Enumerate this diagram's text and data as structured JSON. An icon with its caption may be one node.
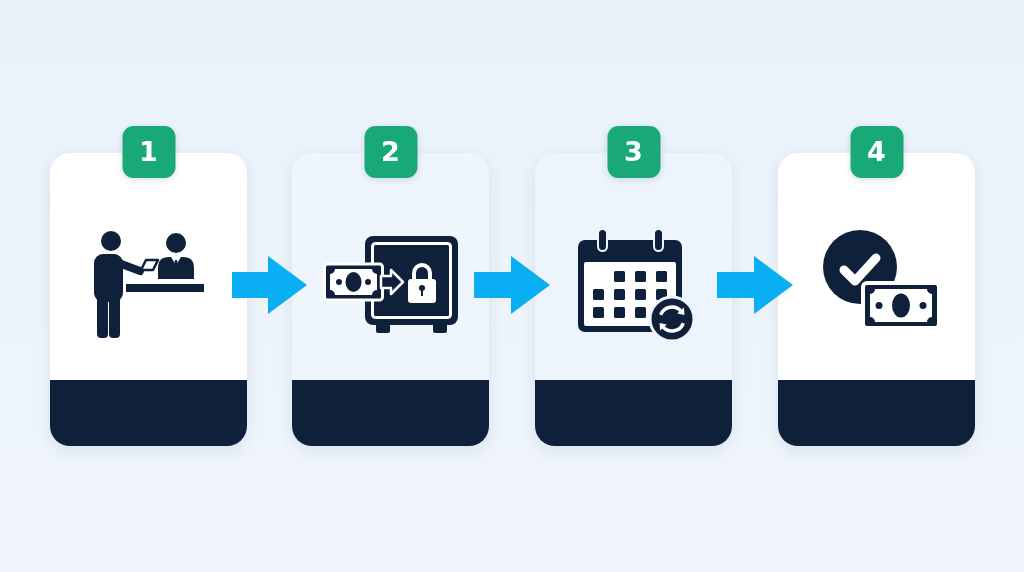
{
  "diagram": {
    "nodes": [
      {
        "text": [
          "1"
        ]
      },
      {
        "text": [
          "2"
        ]
      },
      {
        "text": [
          "3"
        ]
      },
      {
        "text": [
          "4"
        ]
      }
    ],
    "edges": [
      {
        "from": 0,
        "to": 1,
        "arrow": "to"
      },
      {
        "from": 1,
        "to": 2,
        "arrow": "to"
      },
      {
        "from": 2,
        "to": 3,
        "arrow": "to"
      }
    ]
  }
}
